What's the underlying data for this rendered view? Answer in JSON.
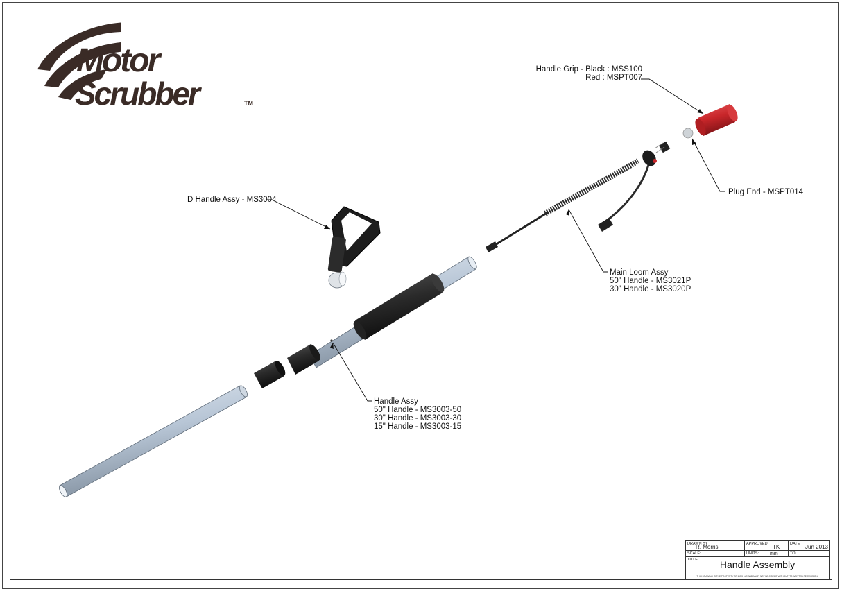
{
  "logo": {
    "line1": "Motor",
    "line2": "Scrubber",
    "tm": "TM",
    "color": "#3a2b26"
  },
  "labels": {
    "handle_grip_line1": "Handle Grip - Black : MSS100",
    "handle_grip_line2": "Red : MSPT007",
    "plug_end": "Plug End - MSPT014",
    "d_handle": "D Handle Assy - MS3004",
    "main_loom_line1": "Main Loom Assy",
    "main_loom_line2": "50\" Handle - MS3021P",
    "main_loom_line3": "30\" Handle - MS3020P",
    "handle_assy_line1": "Handle Assy",
    "handle_assy_line2": "50\" Handle - MS3003-50",
    "handle_assy_line3": "30\" Handle - MS3003-30",
    "handle_assy_line4": "15\" Handle - MS3003-15"
  },
  "title_block": {
    "drawn_by_label": "DRAWN BY",
    "drawn_by": "R. Morris",
    "approved_label": "APPROVED",
    "approved": "TK",
    "date_label": "DATE",
    "date": "Jun 2013",
    "scale_label": "SCALE:",
    "units_label": "UNITS:",
    "units": "mm",
    "tol_label": "TOL:",
    "title_label": "TITLE:",
    "title": "Handle Assembly",
    "fine_print": "THIS DRAWING IS THE PROPERTY OF 1-2-3 LLC AND MUST NOT BE COPIED WITHOUT ITS WRITTEN PERMISSION."
  },
  "colors": {
    "grip_red": "#c8262a",
    "tube": "#b8c6d6",
    "foam": "#2a2a2a"
  }
}
